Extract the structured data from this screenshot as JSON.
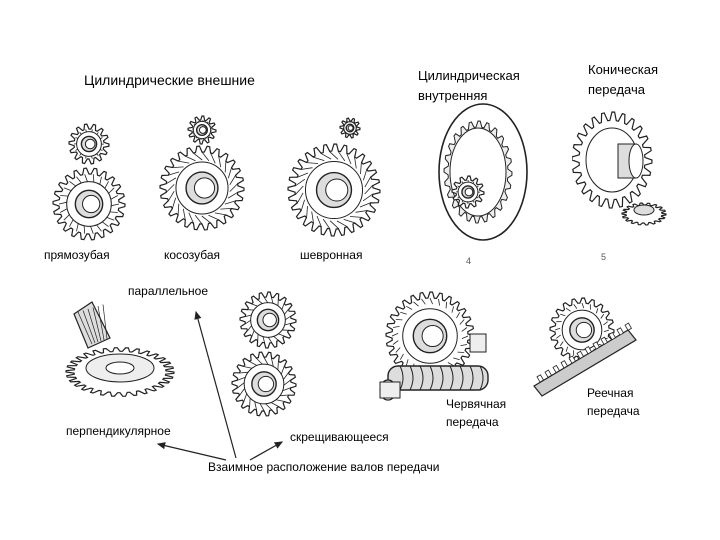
{
  "labels": {
    "cyl_external": "Цилиндрические внешние",
    "cyl_internal": "Цилиндрическая внутренняя",
    "conical": "Коническая передача",
    "spur": "прямозубая",
    "helical": "косозубая",
    "herringbone": "шевронная",
    "num4": "4",
    "num5": "5",
    "parallel": "параллельное",
    "perpendicular": "перпендикулярное",
    "crossing": "скрещивающееся",
    "worm": "Червячная передача",
    "rack": "Реечная передача",
    "shaft_arrangement": "Взаимное расположение валов передачи"
  },
  "line_color": "#222222"
}
